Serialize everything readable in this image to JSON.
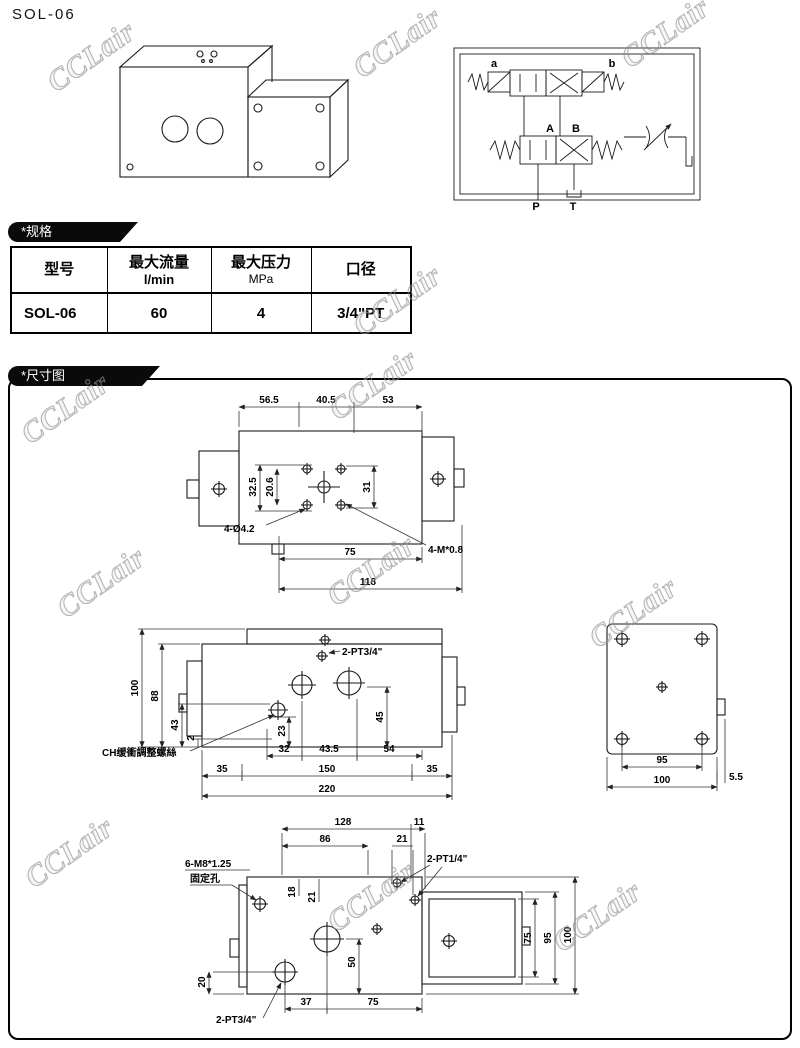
{
  "page": {
    "title": "SOL-06"
  },
  "watermark": {
    "text": "CCLair"
  },
  "product_views": {
    "circuit": {
      "a": "a",
      "b": "b",
      "A": "A",
      "B": "B",
      "P": "P",
      "T": "T"
    }
  },
  "spec_section": {
    "banner": "*规格",
    "table": {
      "col_model": "型号",
      "col_flow_1": "最大流量",
      "col_flow_2": "l/min",
      "col_pressure_1": "最大压力",
      "col_pressure_2": "MPa",
      "col_port": "口径",
      "row_model": "SOL-06",
      "row_flow": "60",
      "row_pressure": "4",
      "row_port": "3/4\"PT"
    }
  },
  "dimension_section": {
    "banner": "*尺寸图",
    "top_view": {
      "d1": "56.5",
      "d2": "40.5",
      "d3": "53",
      "d4": "32.5",
      "d5": "20.6",
      "d6": "31",
      "hole_label": "4-Ø4.2",
      "d7": "75",
      "thread_label": "4-M*0.8",
      "d8": "118"
    },
    "front_view": {
      "d_height": "100",
      "d_88": "88",
      "d_43": "43",
      "d_2": "2",
      "port_label": "2-PT3/4\"",
      "d_23": "23",
      "d_45": "45",
      "d_32": "32",
      "d_43_5": "43.5",
      "d_54": "54",
      "d_35l": "35",
      "d_150": "150",
      "d_35r": "35",
      "d_220": "220",
      "ch_label": "CH缓衝調整螺絲"
    },
    "side_view": {
      "d_95": "95",
      "d_100": "100",
      "d_5_5": "5.5"
    },
    "bottom_view": {
      "d_128": "128",
      "d_11": "11",
      "d_86": "86",
      "d_21": "21",
      "port_top_label": "2-PT1/4\"",
      "mount_label_1": "6-M8*1.25",
      "mount_label_2": "固定孔",
      "d_18": "18",
      "d_21b": "21",
      "d_50": "50",
      "d_20": "20",
      "d_75": "75",
      "d_95": "95",
      "d_100": "100",
      "d_37": "37",
      "d_75b": "75",
      "port_bottom_label": "2-PT3/4\""
    }
  }
}
